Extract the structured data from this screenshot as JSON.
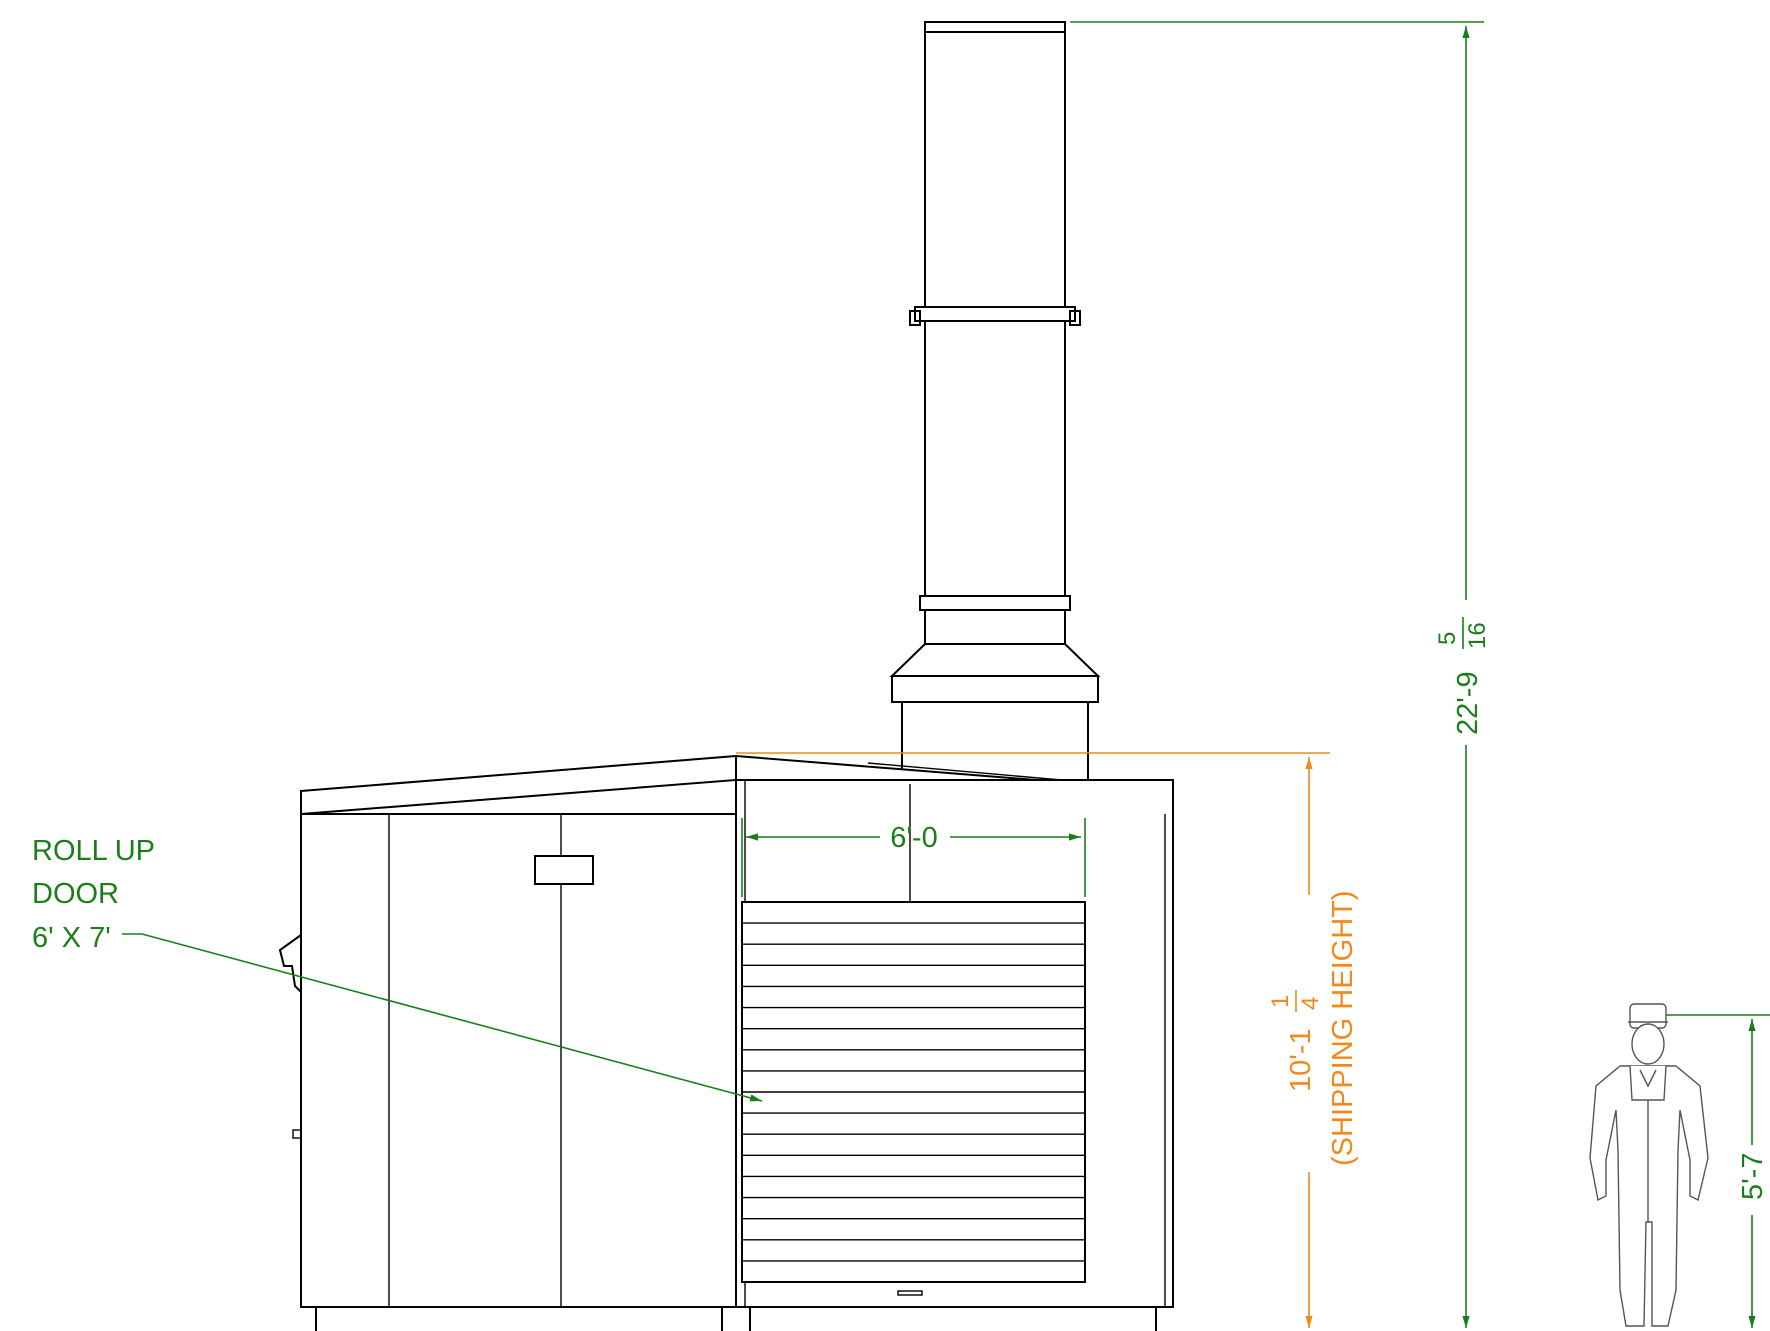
{
  "callout": {
    "line1": "ROLL UP",
    "line2": "DOOR",
    "line3": "6' X 7'"
  },
  "dims": {
    "door_width": "6'-0",
    "overall_height_whole": "22'-9",
    "overall_height_num": "5",
    "overall_height_den": "16",
    "shipping_height_whole": "10'-1",
    "shipping_height_num": "1",
    "shipping_height_den": "4",
    "shipping_label": "(SHIPPING HEIGHT)",
    "person_height": "5'-7"
  },
  "colors": {
    "dimension": "#1a7f1a",
    "shipping": "#f08a1c",
    "linework": "#000000"
  }
}
